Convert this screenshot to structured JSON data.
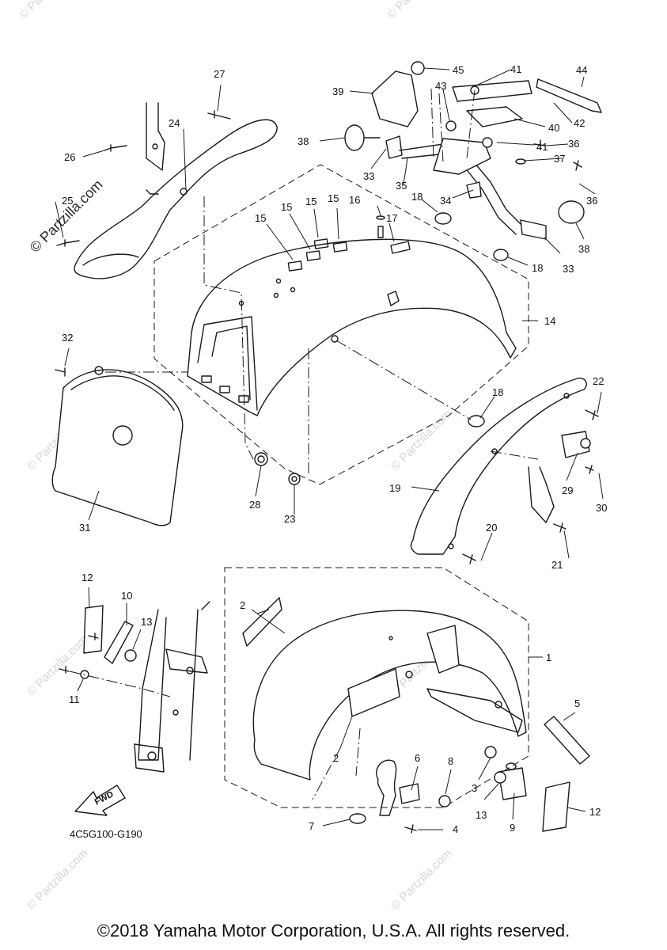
{
  "diagram": {
    "diagram_code": "4C5G100-G190",
    "fwd_label": "FWD",
    "copyright": "©2018 Yamaha Motor Corporation, U.S.A. All rights reserved.",
    "watermark_text": "© Partzilla.com",
    "callouts": {
      "c1": "1",
      "c2a": "2",
      "c2b": "2",
      "c3": "3",
      "c4": "4",
      "c5": "5",
      "c6": "6",
      "c7": "7",
      "c8": "8",
      "c9": "9",
      "c10": "10",
      "c11": "11",
      "c12a": "12",
      "c12b": "12",
      "c13a": "13",
      "c13b": "13",
      "c14": "14",
      "c15a": "15",
      "c15b": "15",
      "c15c": "15",
      "c15d": "15",
      "c16": "16",
      "c17": "17",
      "c18a": "18",
      "c18b": "18",
      "c18c": "18",
      "c19": "19",
      "c20": "20",
      "c21": "21",
      "c22": "22",
      "c23": "23",
      "c24": "24",
      "c25": "25",
      "c26": "26",
      "c27": "27",
      "c28": "28",
      "c29": "29",
      "c30": "30",
      "c31": "31",
      "c32": "32",
      "c33a": "33",
      "c33b": "33",
      "c34": "34",
      "c35": "35",
      "c36a": "36",
      "c36b": "36",
      "c37": "37",
      "c38a": "38",
      "c38b": "38",
      "c39": "39",
      "c40": "40",
      "c41a": "41",
      "c41b": "41",
      "c42": "42",
      "c43": "43",
      "c44": "44",
      "c45": "45"
    }
  }
}
